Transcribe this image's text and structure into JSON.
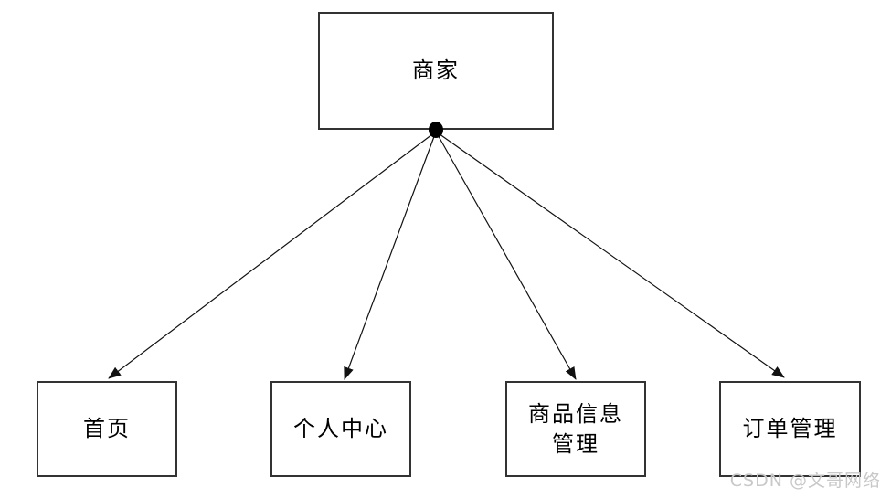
{
  "diagram": {
    "type": "use-case-structure",
    "root": {
      "label": "商家"
    },
    "children": [
      {
        "label": "首页"
      },
      {
        "label": "个人中心"
      },
      {
        "label": "商品信息管理"
      },
      {
        "label": "订单管理"
      }
    ],
    "edges": [
      {
        "from": "商家",
        "to": "首页"
      },
      {
        "from": "商家",
        "to": "个人中心"
      },
      {
        "from": "商家",
        "to": "商品信息管理"
      },
      {
        "from": "商家",
        "to": "订单管理"
      }
    ],
    "colors": {
      "background": "#ffffff",
      "box_border": "#333333",
      "line": "#111111",
      "text": "#000000",
      "watermark": "#c8c8c8"
    }
  },
  "watermark": {
    "text": "CSDN @文哥网络"
  }
}
